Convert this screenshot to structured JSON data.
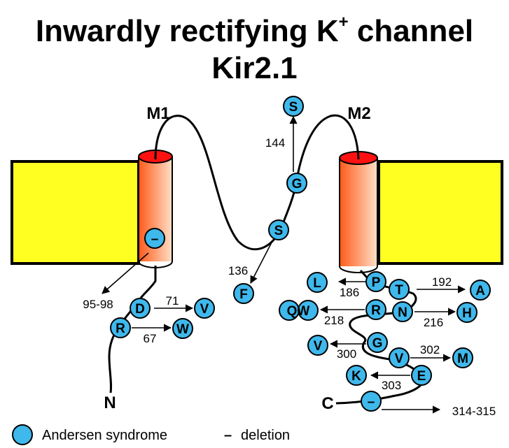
{
  "title": {
    "line1_main": "Inwardly rectifying K",
    "line1_sup": "+",
    "line1_end": " channel",
    "line2": "Kir2.1"
  },
  "helix_labels": {
    "m1": "M1",
    "m2": "M2"
  },
  "termini": {
    "n": "N",
    "c": "C"
  },
  "residues": {
    "m1_minus": "–",
    "s144_target": "S",
    "g144": "G",
    "s136": "S",
    "f136": "F",
    "d71": "D",
    "v71": "V",
    "r67": "R",
    "w67": "W",
    "p186": "P",
    "l186": "L",
    "t192": "T",
    "a192": "A",
    "n216": "N",
    "h216": "H",
    "r218": "R",
    "qw218": "QW",
    "g300": "G",
    "v300": "V",
    "v302": "V",
    "m302": "M",
    "e303": "E",
    "k303": "K",
    "c_minus": "–"
  },
  "mutation_numbers": {
    "n144": "144",
    "n136": "136",
    "n95_98": "95-98",
    "n71": "71",
    "n67": "67",
    "n186": "186",
    "n192": "192",
    "n218": "218",
    "n216": "216",
    "n300": "300",
    "n302": "302",
    "n303": "303",
    "n314_315": "314-315"
  },
  "legend": {
    "andersen": "Andersen syndrome",
    "deletion_symbol": "–",
    "deletion": "deletion"
  },
  "colors": {
    "membrane": "#ffff22",
    "residue_fill": "#3fb8ec",
    "helix_top": "#ff1111",
    "helix_body_dark": "#ff5a1a",
    "helix_body_light": "#ffe0c8"
  }
}
